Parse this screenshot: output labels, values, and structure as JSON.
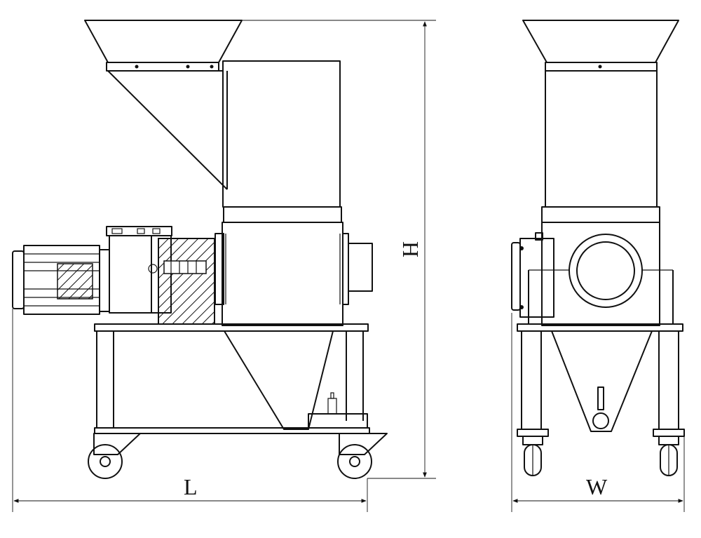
{
  "figure": {
    "dimensions": {
      "length_label": "L",
      "height_label": "H",
      "width_label": "W"
    },
    "views": [
      "side-view",
      "front-view"
    ]
  }
}
